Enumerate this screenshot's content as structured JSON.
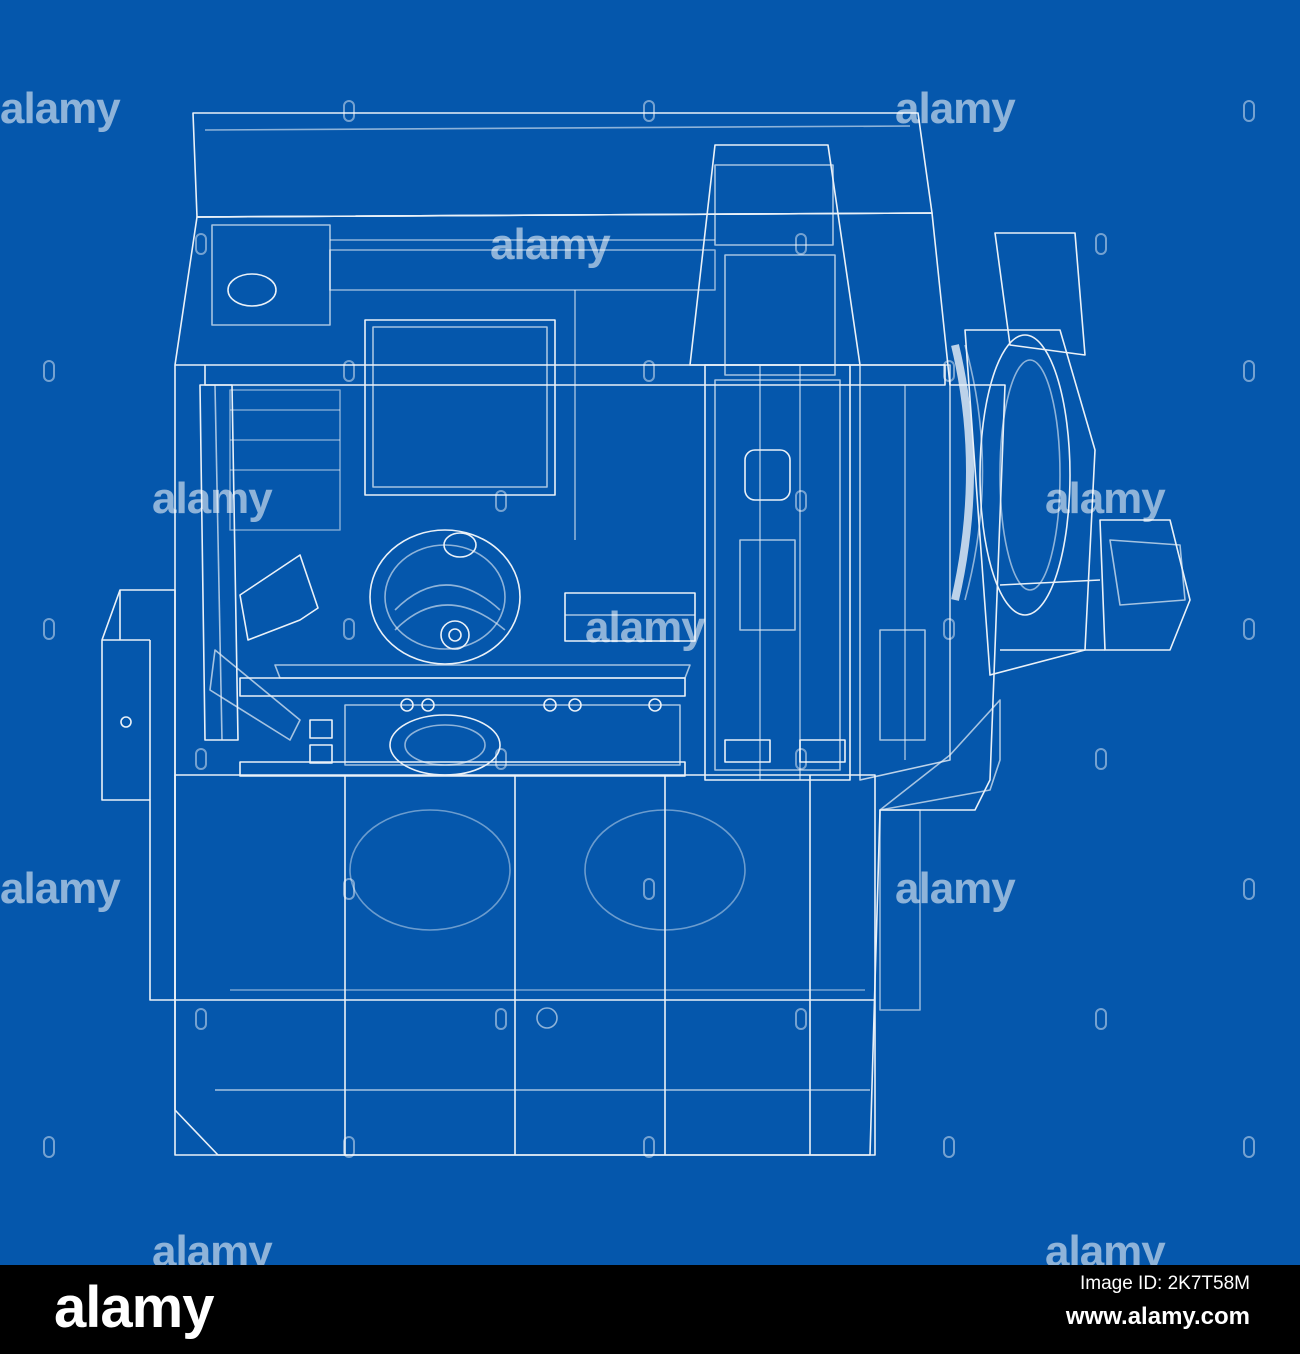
{
  "watermark": {
    "text": "alamy",
    "color": "#ffffff"
  },
  "background_color": "#0557ac",
  "drawing_color": "#ffffff",
  "subject": "wireframe-machine-icon",
  "footer": {
    "logo": "alamy",
    "image_id_label": "Image ID: 2K7T58M",
    "url": "www.alamy.com",
    "bar_color": "#000000"
  }
}
